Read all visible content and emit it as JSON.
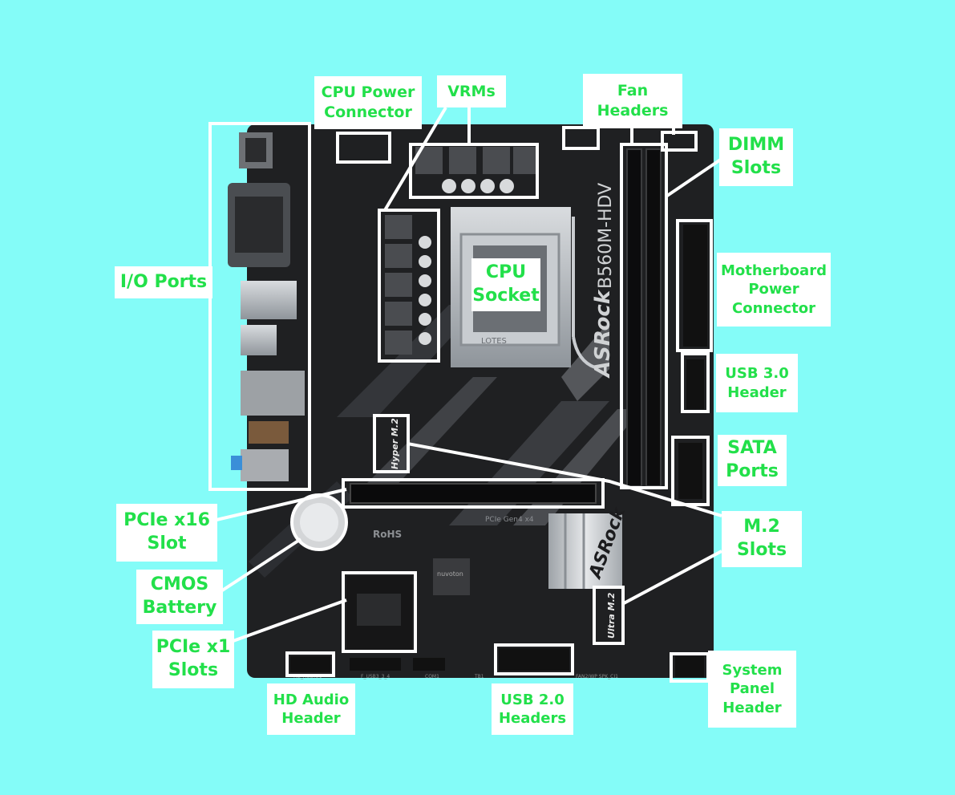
{
  "colors": {
    "background": "#84FCF8",
    "label_text": "#22E04A",
    "label_bg": "#FFFFFF",
    "board": "#1f2022",
    "highlight": "#FFFFFF"
  },
  "board": {
    "brand_vertical": "ASRock",
    "model": "B560M-HDV",
    "heatsink_brand": "ASRock",
    "hyper_m2": "Hyper M.2",
    "ultra_m2": "Ultra M.2",
    "socket_mark": "LOTES",
    "rohs": "RoHS",
    "pcie_marking": "PCIe Gen4 x4",
    "chip_brand": "nuvoton",
    "hd_audio_silk": "HD_AUDIO1",
    "f_usb_silk": "F_USB3_3_4",
    "com_silk": "COM1",
    "tb_silk": "TB1",
    "fan_silk": "FAN2/WP SPK_CI1"
  },
  "labels": {
    "cpu_power": "CPU Power\nConnector",
    "vrms": "VRMs",
    "fan_headers": "Fan\nHeaders",
    "dimm_slots": "DIMM\nSlots",
    "io_ports": "I/O Ports",
    "cpu_socket": "CPU\nSocket",
    "mb_power": "Motherboard\nPower\nConnector",
    "usb3_header": "USB 3.0\nHeader",
    "sata_ports": "SATA\nPorts",
    "pcie_x16": "PCIe x16\nSlot",
    "m2_slots": "M.2\nSlots",
    "cmos_battery": "CMOS\nBattery",
    "pcie_x1": "PCIe x1\nSlots",
    "hd_audio": "HD Audio\nHeader",
    "usb2_headers": "USB 2.0\nHeaders",
    "system_panel": "System\nPanel\nHeader"
  }
}
